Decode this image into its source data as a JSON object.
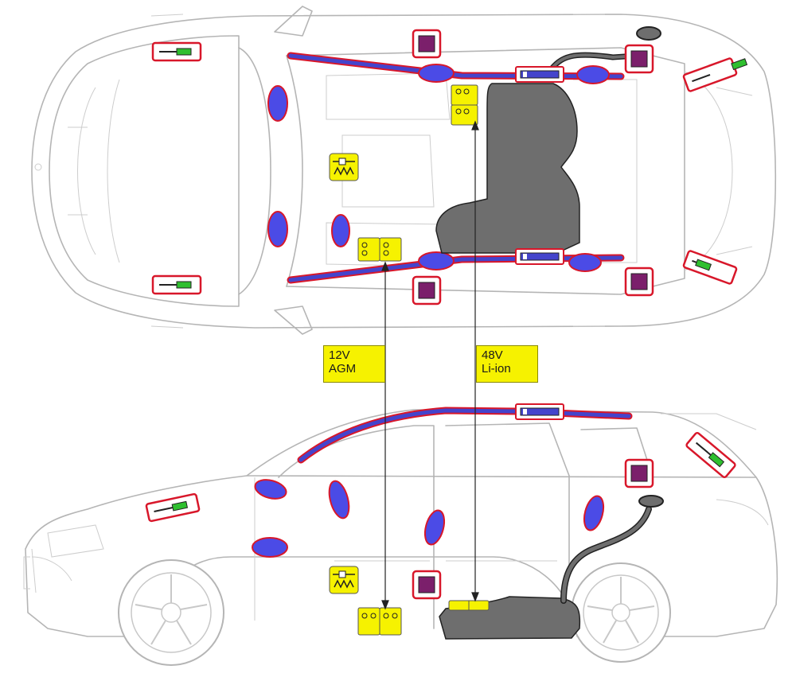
{
  "labels": {
    "battery_12v": {
      "line1": "12V",
      "line2": "AGM"
    },
    "battery_48v": {
      "line1": "48V",
      "line2": "Li-ion"
    }
  },
  "colors": {
    "background": "#ffffff",
    "car_outline": "#b5b5b5",
    "airbag_fill": "#4b4be6",
    "airbag_stroke": "#d8172a",
    "curtain_fill": "#4444cc",
    "curtain_stroke": "#d8172a",
    "sensor_fill": "#7b1f6b",
    "sensor_frame": "#d8172a",
    "pyro_fill": "#2fbf2f",
    "battery_fill": "#f6f200",
    "tank_fill": "#6e6e6e",
    "arrow": "#222222"
  },
  "icons": {
    "airbag": "airbag-ellipse-icon",
    "curtain_airbag": "curtain-airbag-icon",
    "crash_sensor": "crash-sensor-icon",
    "pyrotechnic_actuator": "pyro-actuator-icon",
    "gas_generator": "gas-generator-icon",
    "battery": "battery-icon",
    "fuel_tank": "fuel-tank-icon"
  }
}
